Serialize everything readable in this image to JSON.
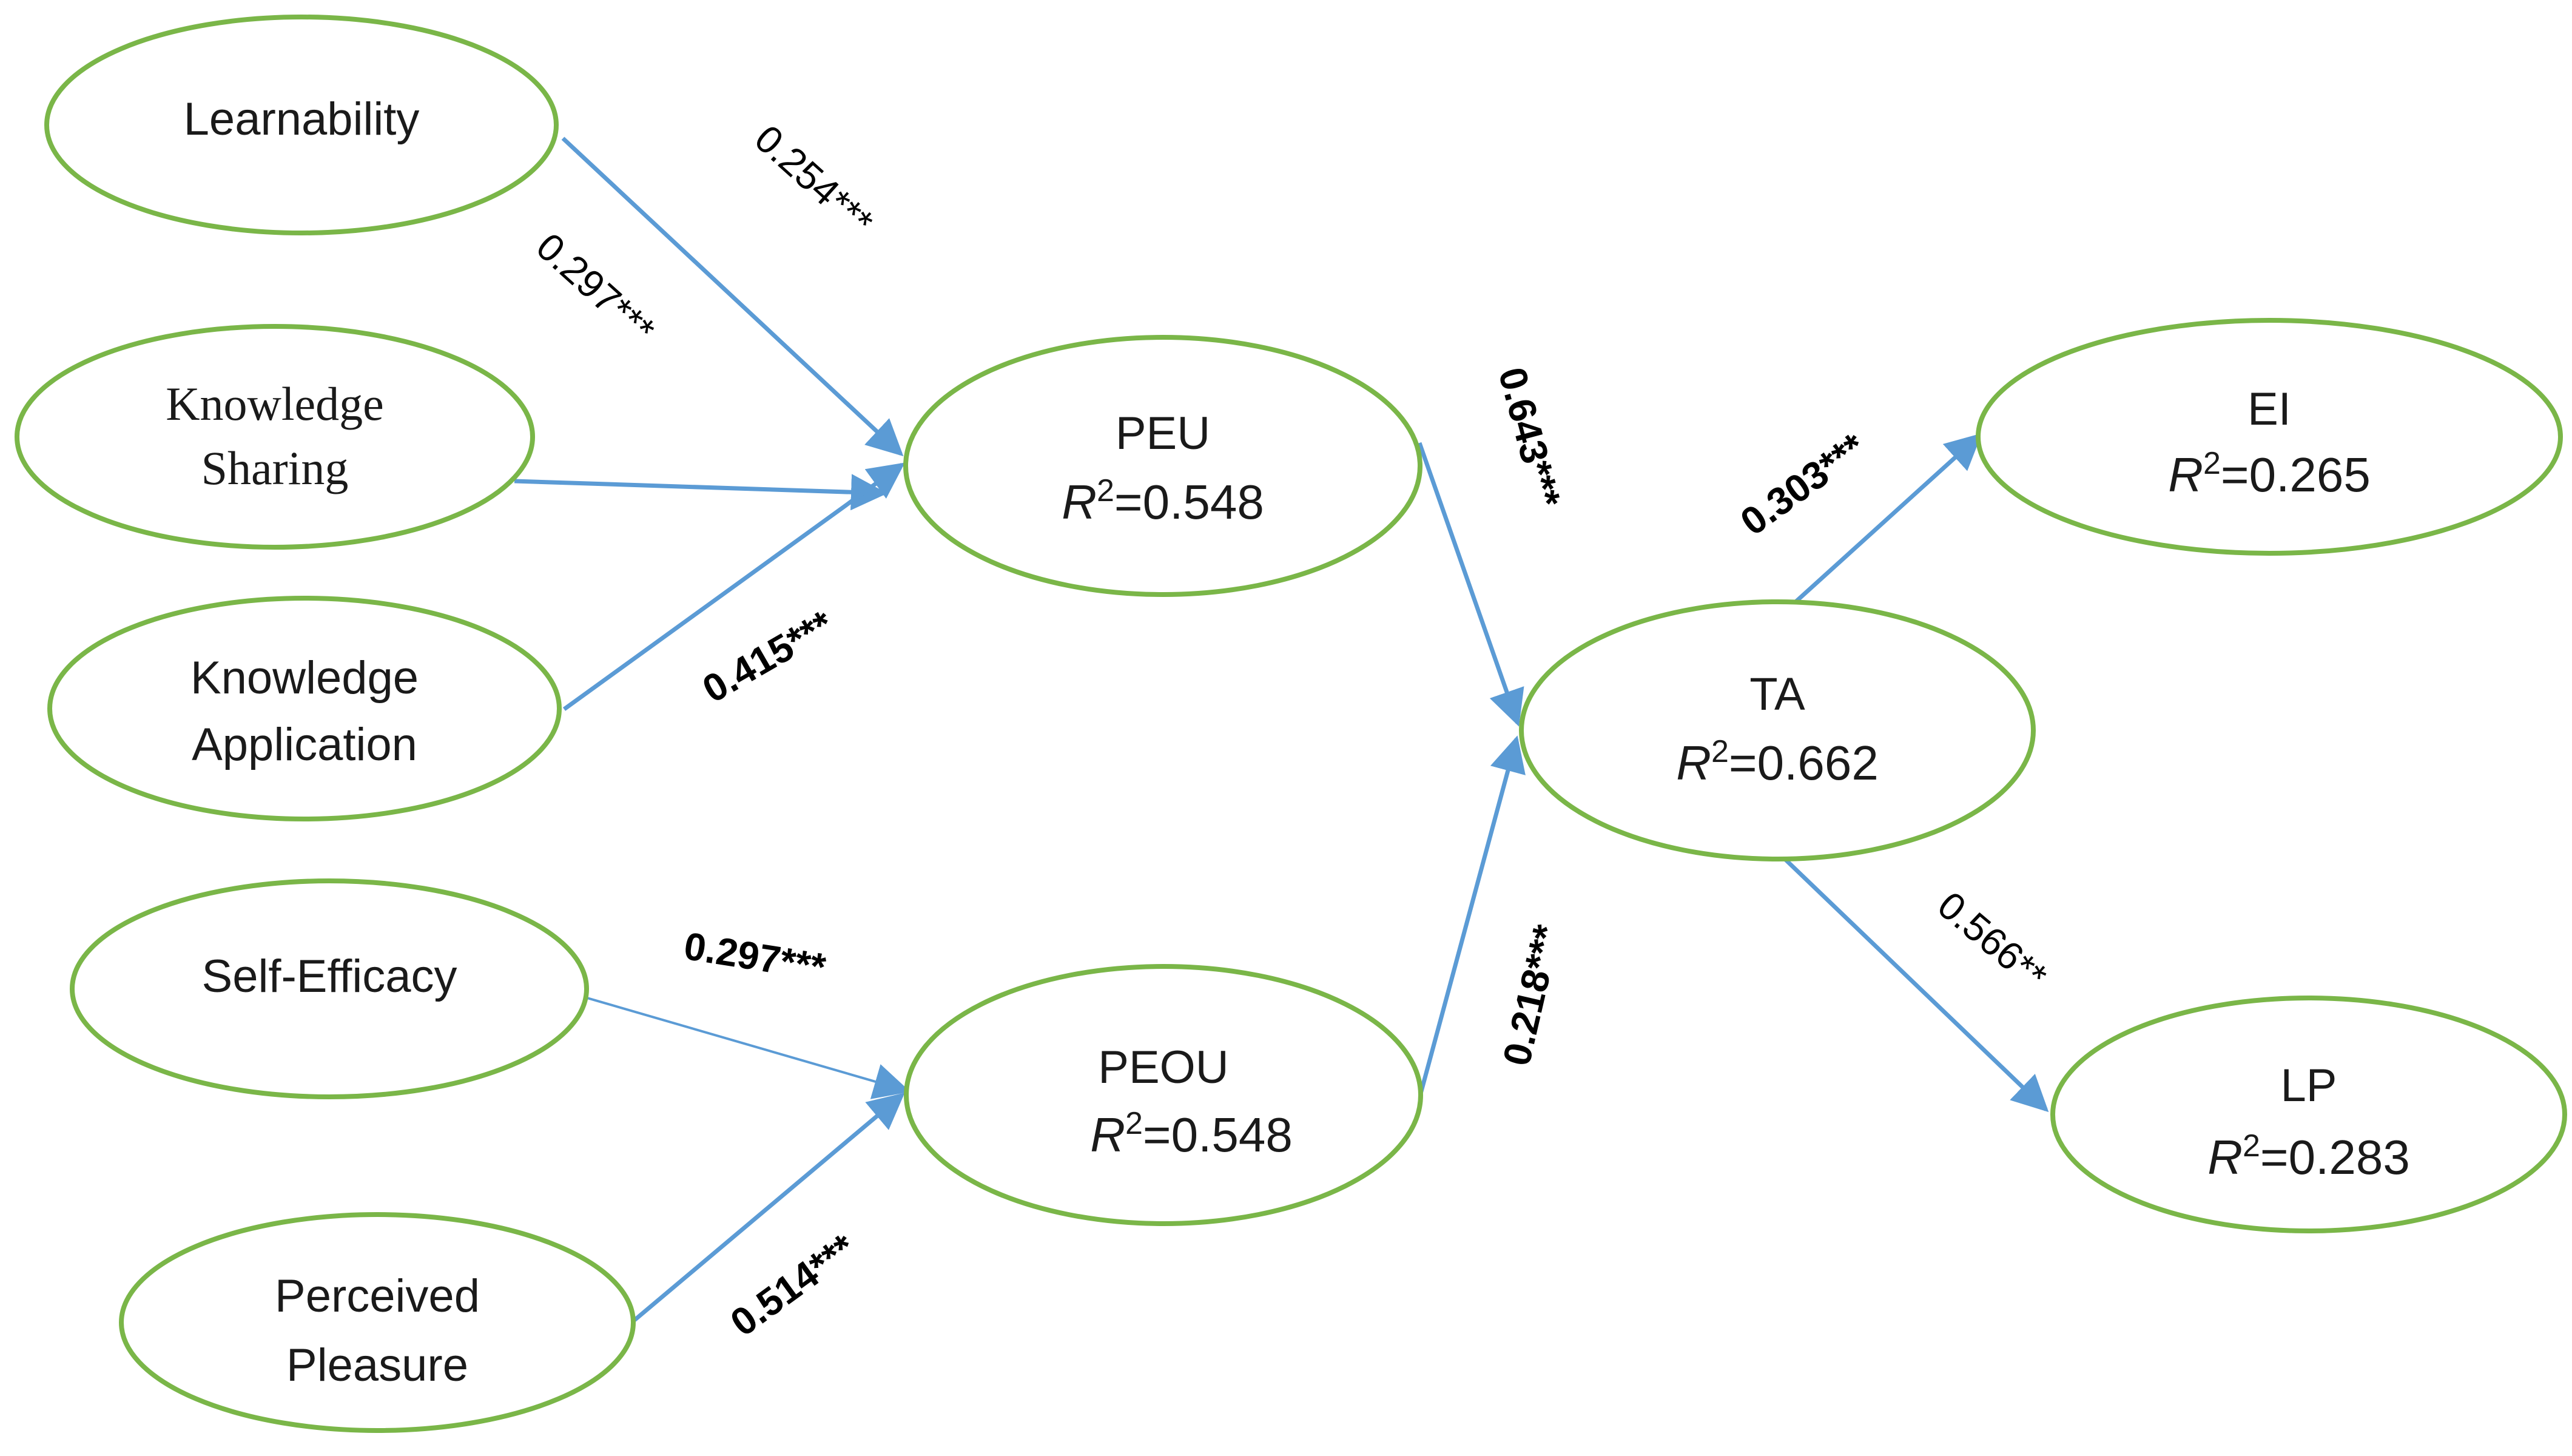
{
  "nodes": {
    "learnability": {
      "label": "Learnability"
    },
    "knowledge_sharing": {
      "line1": "Knowledge",
      "line2": "Sharing"
    },
    "knowledge_application": {
      "line1": "Knowledge",
      "line2": "Application"
    },
    "self_efficacy": {
      "label": "Self-Efficacy"
    },
    "perceived_pleasure": {
      "line1": "Perceived",
      "line2": "Pleasure"
    },
    "peu": {
      "label": "PEU",
      "r2": "0.548"
    },
    "peou": {
      "label": "PEOU",
      "r2": "0.548"
    },
    "ta": {
      "label": "TA",
      "r2": "0.662"
    },
    "ei": {
      "label": "EI",
      "r2": "0.265"
    },
    "lp": {
      "label": "LP",
      "r2": "0.283"
    }
  },
  "r2_symbol": "R",
  "r2_exponent": "2",
  "r2_equals": "=",
  "paths": {
    "learnability_peu": "0.254***",
    "knowledge_sharing_peu": "0.297***",
    "knowledge_application_peu": "0.415***",
    "self_efficacy_peou": "0.297***",
    "perceived_pleasure_peou": "0.514***",
    "peu_ta": "0.643***",
    "peou_ta": "0.218***",
    "ta_ei": "0.303***",
    "ta_lp": "0.566**"
  },
  "colors": {
    "node_stroke": "#7ab648",
    "arrow": "#5b9bd5"
  }
}
